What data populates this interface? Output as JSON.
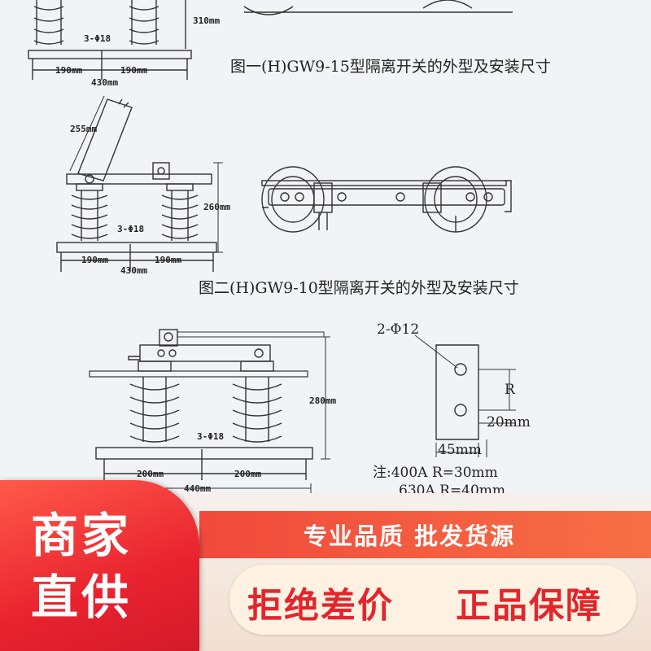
{
  "fig1": {
    "caption": "图一(H)GW9-15型隔离开关的外型及安装尺寸",
    "dims": {
      "height": "310mm",
      "holes": "3-Φ18",
      "left_half": "190mm",
      "right_half": "190mm",
      "total": "430mm"
    }
  },
  "fig2": {
    "caption": "图二(H)GW9-10型隔离开关的外型及安装尺寸",
    "dims": {
      "blade": "255mm",
      "height": "260mm",
      "holes": "3-Φ18",
      "left_half": "190mm",
      "right_half": "190mm",
      "total": "430mm"
    }
  },
  "fig3": {
    "dims": {
      "height": "280mm",
      "holes": "3-Φ18",
      "left_half": "200mm",
      "right_half": "200mm",
      "total": "440mm"
    }
  },
  "terminal": {
    "holes": "2-Φ12",
    "r_label": "R",
    "edge": "20mm",
    "width": "45mm",
    "note_line1": "注:400A R=30mm",
    "note_line2": "630A R=40mm"
  },
  "banner": {
    "badge_line1": "商家",
    "badge_line2": "直供",
    "slogan_top": "专业品质 批发货源",
    "slogan_left": "拒绝差价",
    "slogan_right": "正品保障"
  },
  "colors": {
    "accent_red": "#e9232f",
    "orange": "#f66f45",
    "pill_bg": "#fff2e3"
  }
}
